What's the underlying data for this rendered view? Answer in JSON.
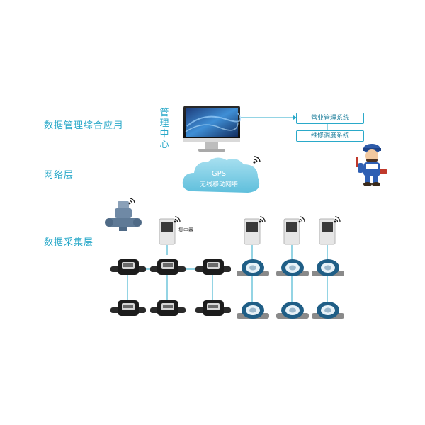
{
  "layers": {
    "data_management": "数据管理综合应用",
    "network": "网络层",
    "data_collection": "数据采集层"
  },
  "management_center": [
    "管",
    "理",
    "中",
    "心"
  ],
  "systems": {
    "business": "营业管理系统",
    "maintenance": "维修调度系统"
  },
  "cloud": {
    "line1": "GPS",
    "line2": "无线移动网络"
  },
  "concentrator_label": "集中器",
  "colors": {
    "accent": "#2aa9c9",
    "cloud": "#8fd3e8",
    "line": "#2aa9c9"
  }
}
